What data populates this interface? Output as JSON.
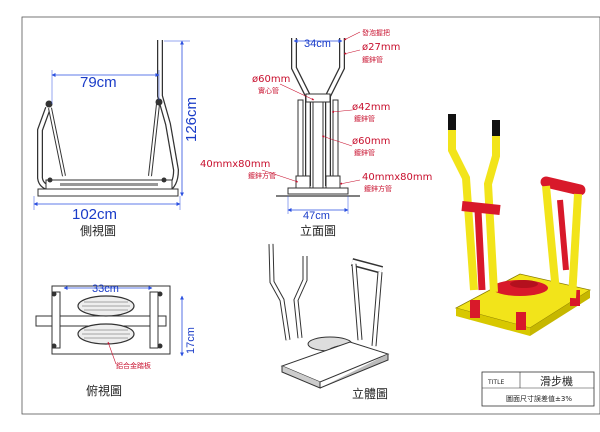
{
  "side_view": {
    "caption": "側視圖",
    "width_top": "79cm",
    "width_bottom": "102cm",
    "height": "126cm"
  },
  "front_view": {
    "caption": "立面圖",
    "top_width": "34cm",
    "base_width": "47cm",
    "notes": {
      "handle_grip": "發泡握把",
      "d27": "ø27mm",
      "galv1": "鍍鋅管",
      "d60a": "ø60mm",
      "core": "實心管",
      "d42": "ø42mm",
      "galv2": "鍍鋅管",
      "d60b": "ø60mm",
      "galv3": "鍍鋅管",
      "rect_left": "40mmx80mm",
      "galv_square_left": "鍍鋅方管",
      "rect_right": "40mmx80mm",
      "galv_square_right": "鍍鋅方管"
    }
  },
  "top_view": {
    "caption": "俯視圖",
    "pedal_span": "33cm",
    "depth": "17cm",
    "pedal_note": "鋁合金踏板"
  },
  "iso_view": {
    "caption": "立體圖"
  },
  "title_block": {
    "title_label": "TITLE",
    "title": "滑步機",
    "tolerance": "圖面尺寸誤差值±3%"
  },
  "colors": {
    "dimension_blue": "#2a4fe0",
    "note_red": "#c8102e",
    "frame_yellow": "#f2e41a",
    "frame_red": "#d8192a"
  }
}
